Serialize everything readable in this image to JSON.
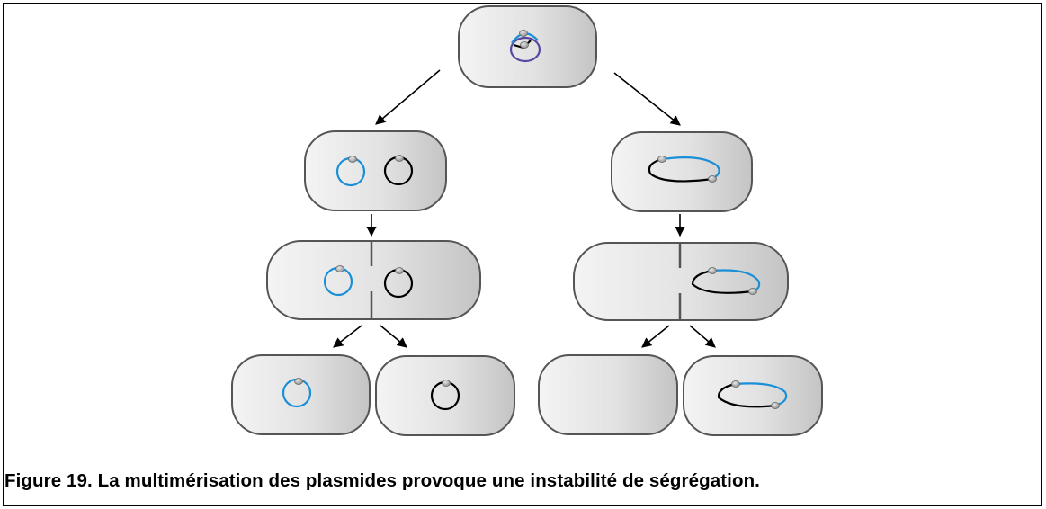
{
  "figure": {
    "caption": "Figure 19. La multimérisation des plasmides provoque une instabilité de ségrégation."
  },
  "colors": {
    "cell_fill_light": "#f4f4f4",
    "cell_fill_dark": "#c4c4c4",
    "cell_border": "#555555",
    "plasmid_blue": "#1a8fd6",
    "plasmid_black": "#000000",
    "dimer_purple": "#5548a0",
    "site_marker": "#a8a8a8",
    "arrow": "#000000"
  },
  "diagram": {
    "paths": [
      {
        "name": "monomer-resolution-path",
        "stages": [
          "parent-cell-with-dimer",
          "cell-with-two-monomers",
          "dividing-cell",
          "daughter-cells-each-with-plasmid"
        ]
      },
      {
        "name": "dimer-persistence-path",
        "stages": [
          "parent-cell-with-dimer",
          "cell-with-dimer",
          "dividing-cell",
          "plasmid-free-cell-and-cell-with-dimer"
        ]
      }
    ]
  }
}
